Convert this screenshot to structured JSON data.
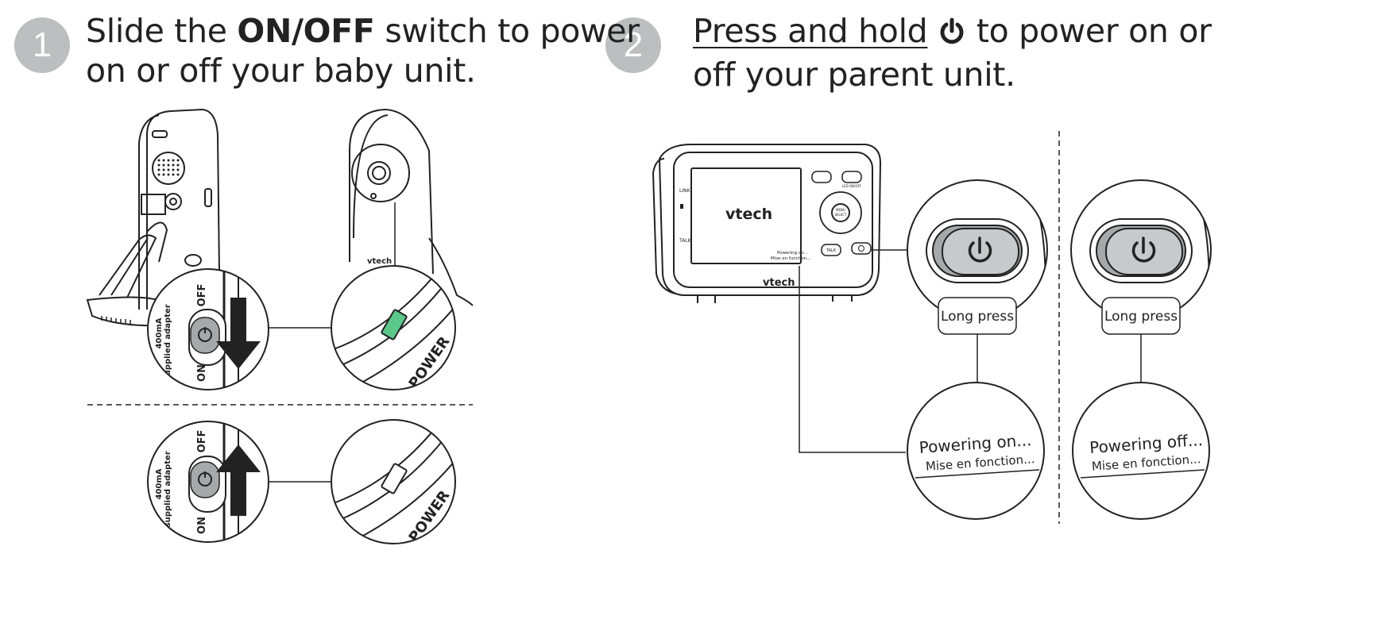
{
  "step1": {
    "number": "1",
    "line1_pre": "Slide the ",
    "line1_bold": "ON/OFF",
    "line1_post": " switch to power",
    "line2": "on or off your baby unit."
  },
  "step2": {
    "number": "2",
    "line1_underlined": "Press and hold",
    "line1_post": " to power on or",
    "line2": "off your parent unit.",
    "power_icon": "power-icon"
  },
  "baby_unit": {
    "switch_off_label": "OFF",
    "switch_on_label": "ON",
    "adapter_text": "only supplied adapter",
    "current_text": "400mA",
    "power_label": "POWER",
    "brand": "vtech"
  },
  "parent_unit": {
    "brand_screen": "vtech",
    "brand_body": "vtech",
    "screen_msg_1": "Powering on...",
    "screen_msg_2": "Mise en function...",
    "left_labels": [
      "LINK",
      "TALK"
    ],
    "btn_menu_1": "MENU",
    "btn_menu_2": "SELECT",
    "btn_talk": "TALK",
    "btn_led": "LED ON/OFF",
    "long_press_left": "Long press",
    "long_press_right": "Long press",
    "powering_on": "Powering on...",
    "mise_on": "Mise en fonction...",
    "powering_off": "Powering off...",
    "mise_off": "Mise en fonction..."
  },
  "colors": {
    "step_circle": "#bdbec0",
    "led_green": "#5cc78a",
    "line_art": "#222222",
    "button_gray": "#a7a8aa"
  }
}
